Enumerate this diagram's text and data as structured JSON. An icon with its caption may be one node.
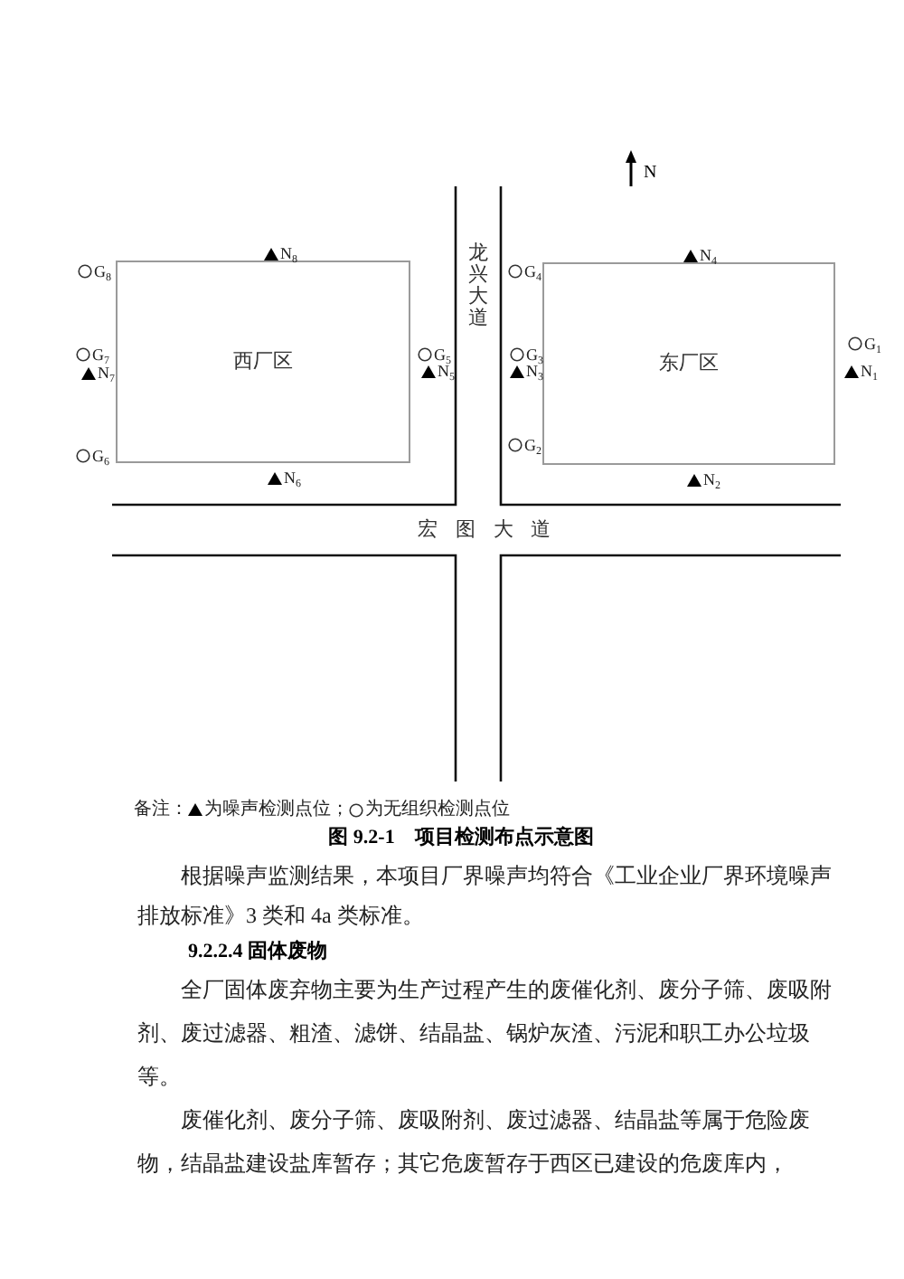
{
  "diagram": {
    "caption": "图 9.2-1　项目检测布点示意图",
    "nodes": [
      {
        "text": [
          "西厂区"
        ]
      },
      {
        "text": [
          "东厂区"
        ]
      }
    ],
    "labels": [
      "N",
      "龙兴大道",
      "宏图大道",
      "N$_{8}$",
      "G$_{8}$",
      "G$_{7}$",
      "N$_{7}$",
      "G$_{6}$",
      "N$_{6}$",
      "G$_{5}$",
      "N$_{5}$",
      "N$_{4}$",
      "G$_{4}$",
      "G$_{3}$",
      "N$_{3}$",
      "G$_{2}$",
      "N$_{2}$",
      "G$_{1}$",
      "N$_{1}$",
      "备注：",
      "根据噪声监测结果，本项目厂界噪声均符合《工业企业厂界环境噪声排放标准》3 类和 4a 类标准。",
      "9.2.2.4 固体废物",
      "全厂固体废弃物主要为生产过程产生的废催化剂、废分子筛、废吸附剂、废过滤器、粗渣、滤饼、结晶盐、锅炉灰渣、污泥和职工办公垃圾等。",
      "废催化剂、废分子筛、废吸附剂、废过滤器、结晶盐等属于危险废物，结晶盐建设盐库暂存；其它危废暂存于西区已建设的危废库内，"
    ],
    "legend": [
      {
        "text": "为噪声检测点位；"
      },
      {
        "text": "为无组织检测点位"
      }
    ]
  }
}
